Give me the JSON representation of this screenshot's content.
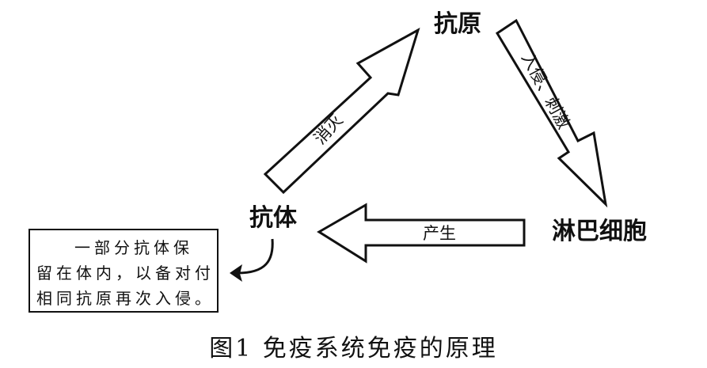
{
  "nodes": {
    "antigen": "抗原",
    "lymphocyte": "淋巴细胞",
    "antibody": "抗体"
  },
  "edges": {
    "invade_stimulate": "入侵、刺激",
    "produce": "产生",
    "eliminate": "消灭"
  },
  "note": {
    "line1": "一部分抗体保",
    "line2": "留在体内，以备对付",
    "line3": "相同抗原再次入侵。"
  },
  "caption": "图1 免疫系统免疫的原理"
}
